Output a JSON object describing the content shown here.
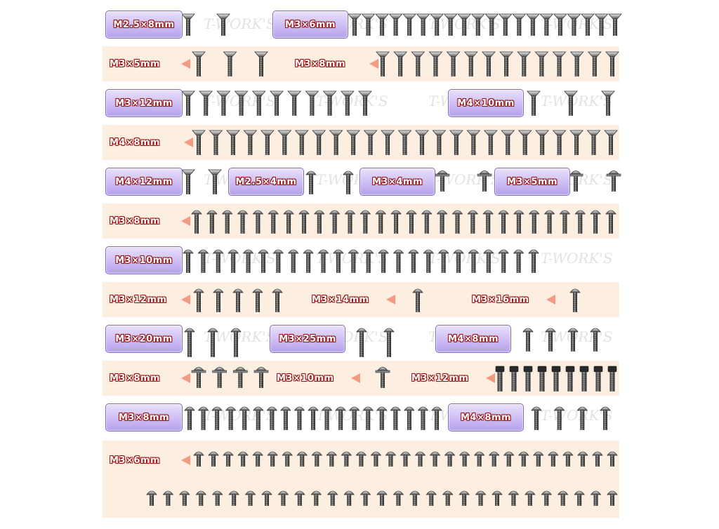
{
  "watermark": "T-WORK'S",
  "colors": {
    "band": "#fcefe1",
    "tag_top": "#e9e1fb",
    "tag_bottom": "#b5a1ea",
    "label_text": "#ffffff",
    "label_outline": "#9b1010",
    "arrow": "#f29a84",
    "screw_dark": "#3a3a3a",
    "screw_light": "#d8d8d8"
  },
  "rows": [
    {
      "band": false,
      "groups": [
        {
          "label": "M2.5×8mm",
          "style": "tag",
          "head": "flat",
          "count": 2
        },
        {
          "label": "M3×6mm",
          "style": "tag",
          "head": "flat",
          "count": 20
        }
      ]
    },
    {
      "band": true,
      "groups": [
        {
          "label": "M3×5mm",
          "style": "arrow",
          "head": "flat",
          "count": 3
        },
        {
          "label": "M3×8mm",
          "style": "arrow",
          "head": "flat",
          "count": 14
        }
      ]
    },
    {
      "band": false,
      "groups": [
        {
          "label": "M3×12mm",
          "style": "tag",
          "head": "flat",
          "count": 11
        },
        {
          "label": "M4×10mm",
          "style": "tag",
          "head": "flat",
          "count": 3
        }
      ]
    },
    {
      "band": true,
      "groups": [
        {
          "label": "M4×8mm",
          "style": "arrow",
          "head": "flat",
          "count": 25
        }
      ]
    },
    {
      "band": false,
      "groups": [
        {
          "label": "M4×12mm",
          "style": "tag",
          "head": "flat",
          "count": 2
        },
        {
          "label": "M2.5×4mm",
          "style": "tag",
          "head": "button",
          "count": 2
        },
        {
          "label": "M3×4mm",
          "style": "tag",
          "head": "flange",
          "count": 2
        },
        {
          "label": "M3×5mm",
          "style": "tag",
          "head": "flange",
          "count": 2
        }
      ]
    },
    {
      "band": true,
      "groups": [
        {
          "label": "M3×8mm",
          "style": "arrow",
          "head": "button",
          "count": 28
        }
      ]
    },
    {
      "band": false,
      "groups": [
        {
          "label": "M3×10mm",
          "style": "tag",
          "head": "button",
          "count": 24
        }
      ]
    },
    {
      "band": true,
      "groups": [
        {
          "label": "M3×12mm",
          "style": "arrow",
          "head": "button",
          "count": 5
        },
        {
          "label": "M3×14mm",
          "style": "arrow",
          "head": "button",
          "count": 1
        },
        {
          "label": "M3×16mm",
          "style": "arrow",
          "head": "button",
          "count": 1
        }
      ]
    },
    {
      "band": false,
      "groups": [
        {
          "label": "M3×20mm",
          "style": "tag",
          "head": "button",
          "count": 3
        },
        {
          "label": "M3×25mm",
          "style": "tag",
          "head": "button",
          "count": 2
        },
        {
          "label": "M4×8mm",
          "style": "tag",
          "head": "button",
          "count": 4
        }
      ]
    },
    {
      "band": true,
      "groups": [
        {
          "label": "M3×8mm",
          "style": "arrow",
          "head": "flange",
          "count": 4
        },
        {
          "label": "M3×10mm",
          "style": "arrow",
          "head": "flange",
          "count": 1
        },
        {
          "label": "M3×12mm",
          "style": "arrow",
          "head": "socket",
          "count": 9
        }
      ]
    },
    {
      "band": false,
      "groups": [
        {
          "label": "M3×8mm",
          "style": "tag",
          "head": "button",
          "count": 19
        },
        {
          "label": "M4×8mm",
          "style": "tag",
          "head": "button",
          "count": 4
        }
      ]
    },
    {
      "band": true,
      "tall": true,
      "groups": [
        {
          "label": "M3×6mm",
          "style": "arrow",
          "head": "button",
          "count": 58
        }
      ]
    }
  ]
}
